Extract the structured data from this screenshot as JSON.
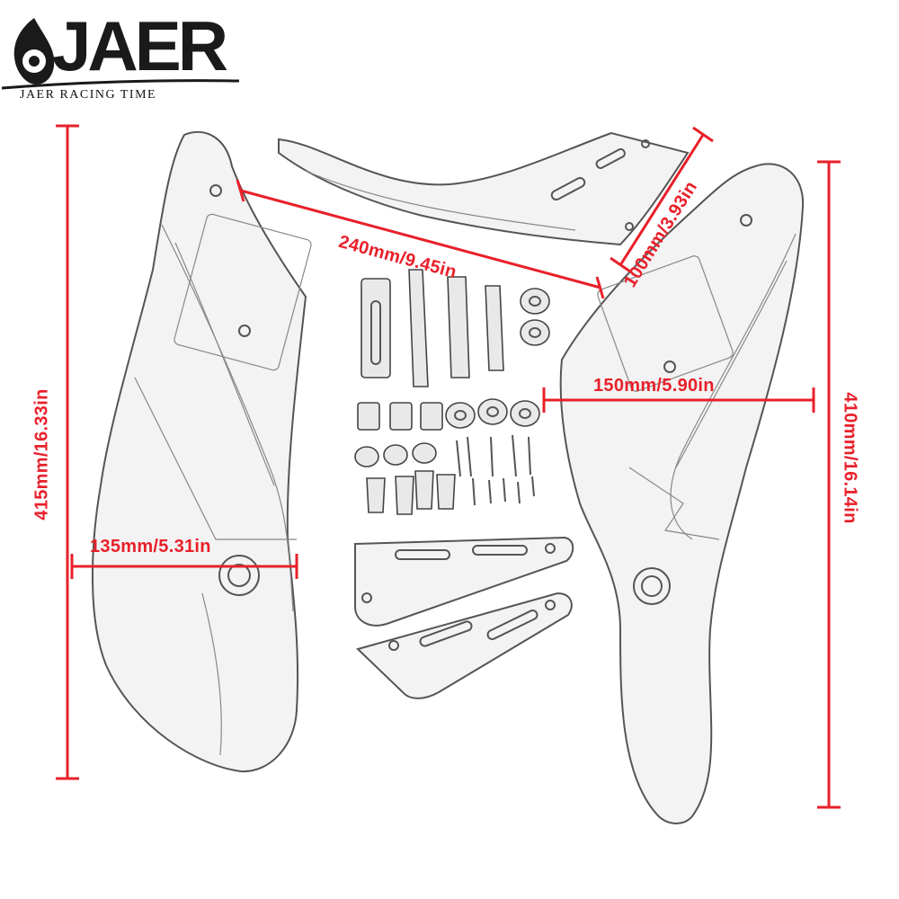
{
  "brand": {
    "logo_text": "JAER",
    "tagline": "JAER RACING TIME",
    "accent_color": "#e8202a"
  },
  "dimensions": {
    "left_height": "415mm/16.33in",
    "left_width": "135mm/5.31in",
    "top_length": "240mm/9.45in",
    "top_width": "100mm/3.93in",
    "right_width": "150mm/5.90in",
    "right_height": "410mm/16.14in"
  },
  "colors": {
    "dimension_line": "#e8202a",
    "part_outline": "#555555"
  }
}
